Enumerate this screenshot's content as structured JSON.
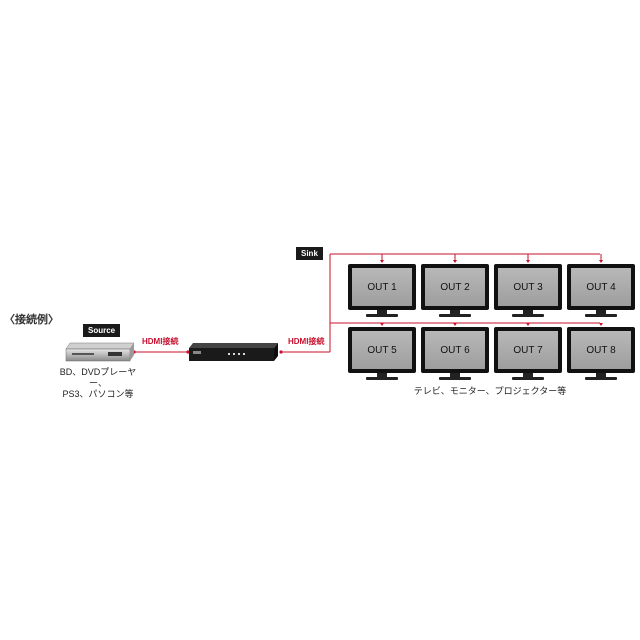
{
  "heading": "〈接続例〉",
  "tags": {
    "source": "Source",
    "sink": "Sink"
  },
  "connections": {
    "left": "HDMI接続",
    "right": "HDMI接続"
  },
  "source_caption": [
    "BD、DVDプレーヤー、",
    "PS3、パソコン等"
  ],
  "sink_caption": "テレビ、モニター、プロジェクター等",
  "outputs": [
    "OUT 1",
    "OUT 2",
    "OUT 3",
    "OUT 4",
    "OUT 5",
    "OUT 6",
    "OUT 7",
    "OUT 8"
  ],
  "colors": {
    "wire": "#c8102e",
    "device": "#1a1a1a",
    "screen": "#a8a8a8",
    "tag_bg": "#1a1a1a"
  },
  "icons": {
    "source_device": "disc-player-icon",
    "splitter": "hdmi-splitter-icon",
    "display": "monitor-icon"
  }
}
